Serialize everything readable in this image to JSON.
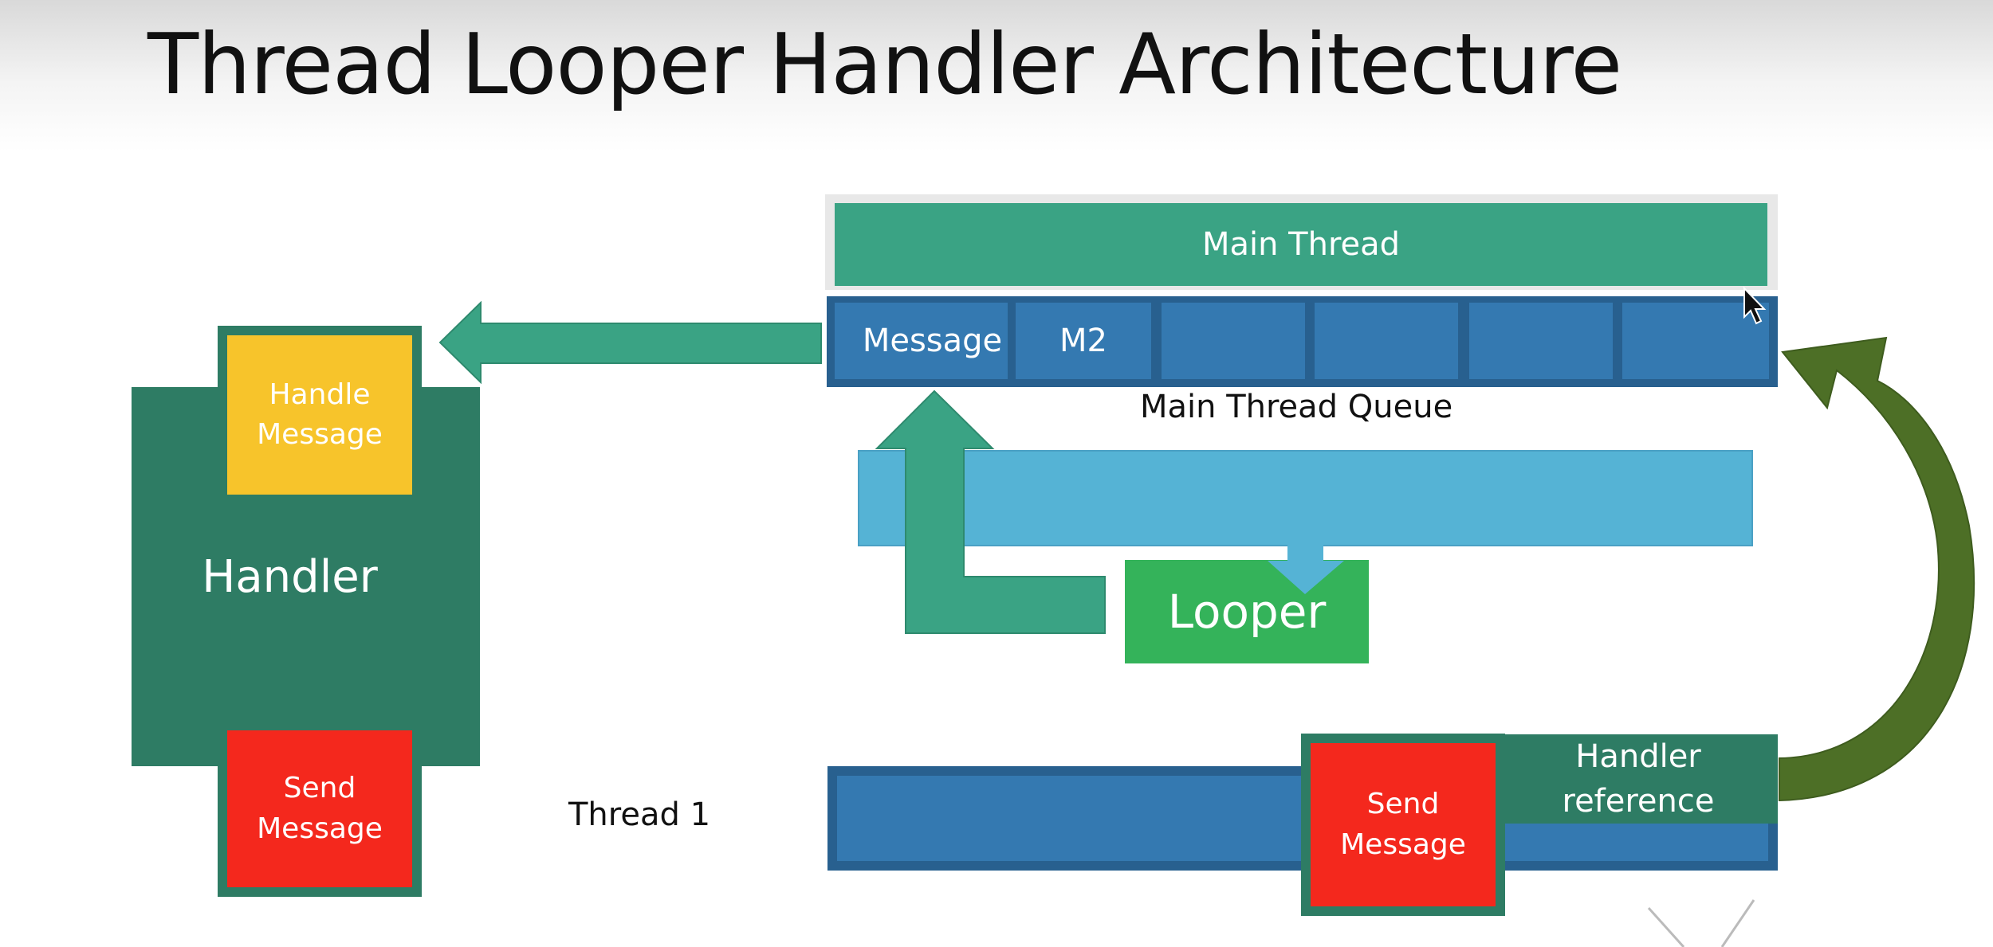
{
  "slide": {
    "title": "Thread Looper Handler Architecture"
  },
  "main_thread": {
    "label": "Main Thread",
    "queue_label": "Main Thread Queue",
    "queue_slots": [
      "Message",
      "M2",
      "",
      "",
      "",
      ""
    ]
  },
  "looper": {
    "label": "Looper"
  },
  "handler_block": {
    "label": "Handler",
    "handle_message": "Handle Message",
    "send_message": "Send Message"
  },
  "thread1": {
    "label": "Thread 1",
    "send_message": "Send Message",
    "handler_reference": "Handler reference"
  },
  "colors": {
    "teal": "#3aa384",
    "dark_teal": "#2e7c64",
    "queue_blue": "#3479b1",
    "queue_border": "#28608f",
    "light_blue": "#55b3d5",
    "looper_green": "#34b35a",
    "yellow": "#f7c42b",
    "red": "#f4281d",
    "olive": "#4d6f26"
  }
}
